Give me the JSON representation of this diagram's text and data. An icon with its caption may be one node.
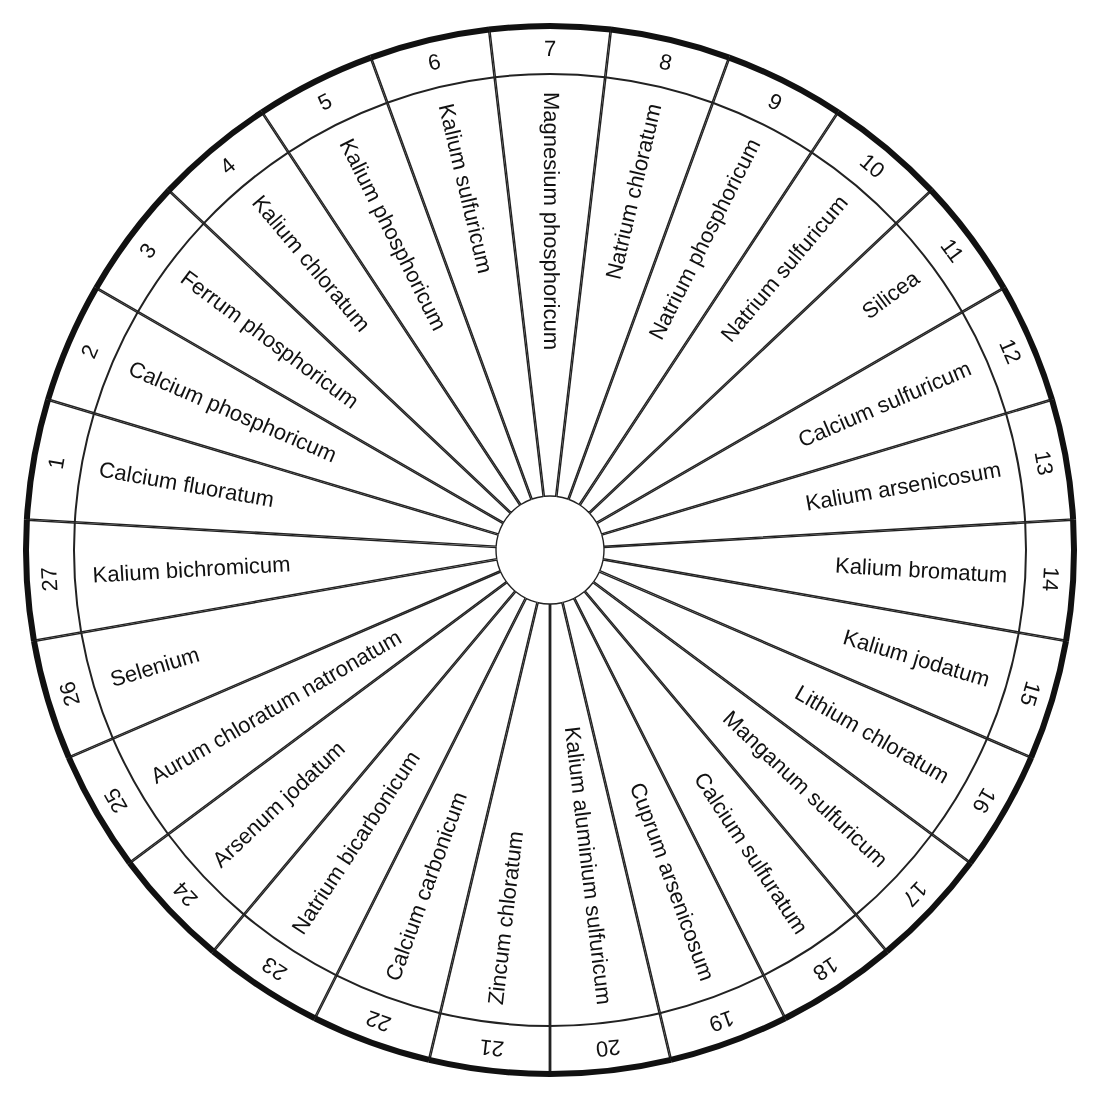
{
  "diagram": {
    "nodes": [
      {
        "text": [
          "1",
          "Calcium fluoratum"
        ]
      },
      {
        "text": [
          "2",
          "Calcium phosphoricum"
        ]
      },
      {
        "text": [
          "3",
          "Ferrum phosphoricum"
        ]
      },
      {
        "text": [
          "4",
          "Kalium chloratum"
        ]
      },
      {
        "text": [
          "5",
          "Kalium phosphoricum"
        ]
      },
      {
        "text": [
          "6",
          "Kalium sulfuricum"
        ]
      },
      {
        "text": [
          "7",
          "Magnesium phosphoricum"
        ]
      },
      {
        "text": [
          "8",
          "Natrium chloratum"
        ]
      },
      {
        "text": [
          "9",
          "Natrium phosphoricum"
        ]
      },
      {
        "text": [
          "10",
          "Natrium sulfuricum"
        ]
      },
      {
        "text": [
          "11",
          "Silicea"
        ]
      },
      {
        "text": [
          "12",
          "Calcium sulfuricum"
        ]
      },
      {
        "text": [
          "13",
          "Kalium arsenicosum"
        ]
      },
      {
        "text": [
          "14",
          "Kalium bromatum"
        ]
      },
      {
        "text": [
          "15",
          "Kalium jodatum"
        ]
      },
      {
        "text": [
          "16",
          "Lithium chloratum"
        ]
      },
      {
        "text": [
          "17",
          "Manganum sulfuricum"
        ]
      },
      {
        "text": [
          "18",
          "Calcium sulfuratum"
        ]
      },
      {
        "text": [
          "19",
          "Cuprum arsenicosum"
        ]
      },
      {
        "text": [
          "20",
          "Kalium aluminium sulfuricum"
        ]
      },
      {
        "text": [
          "21",
          "Zincum chloratum"
        ]
      },
      {
        "text": [
          "22",
          "Calcium carbonicum"
        ]
      },
      {
        "text": [
          "23",
          "Natrium bicarbonicum"
        ]
      },
      {
        "text": [
          "24",
          "Arsenum jodatum"
        ]
      },
      {
        "text": [
          "25",
          "Aurum chloratum natronatum"
        ]
      },
      {
        "text": [
          "26",
          "Selenium"
        ]
      },
      {
        "text": [
          "27",
          "Kalium bichromicum"
        ]
      }
    ]
  }
}
